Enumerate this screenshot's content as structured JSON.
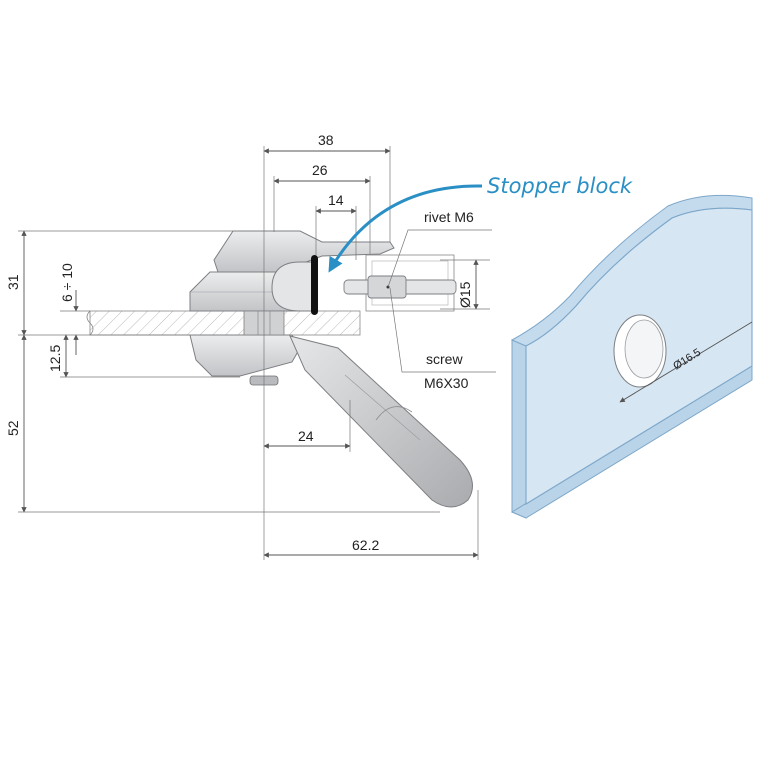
{
  "dimensions": {
    "d38": "38",
    "d26": "26",
    "d14": "14",
    "d31": "31",
    "d6_10": "6 ÷ 10",
    "d12_5": "12.5",
    "d52": "52",
    "d24": "24",
    "d62_2": "62.2",
    "d15": "Ø15",
    "d16_5": "Ø16.5"
  },
  "callouts": {
    "stopper_block": "Stopper block",
    "rivet": "rivet M6",
    "screw_line1": "screw",
    "screw_line2": "M6X30"
  },
  "colors": {
    "accent": "#2a8fc4",
    "plate_fill": "#d6e6f3",
    "plate_edge": "#7da7c9",
    "metal": "#d9dadc",
    "stopper": "#111111"
  }
}
